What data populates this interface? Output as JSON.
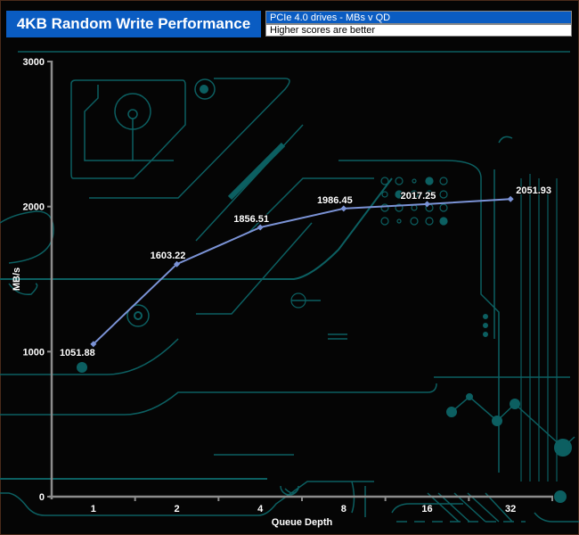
{
  "header": {
    "title": "4KB Random Write Performance",
    "subtitle": "PCIe 4.0 drives - MBs v QD",
    "note": "Higher scores are better"
  },
  "colors": {
    "header_blue": "#0a5cc2",
    "line": "#7b93d6",
    "trace": "#0c5f61",
    "axis": "#8c8c8c"
  },
  "chart_data": {
    "type": "line",
    "title": "4KB Random Write Performance",
    "subtitle": "PCIe 4.0 drives - MBs v QD",
    "xlabel": "Queue Depth",
    "ylabel": "MB/s",
    "categories": [
      "1",
      "2",
      "4",
      "8",
      "16",
      "32"
    ],
    "series": [
      {
        "name": "MB/s",
        "values": [
          1051.88,
          1603.22,
          1856.51,
          1986.45,
          2017.25,
          2051.93
        ]
      }
    ],
    "data_labels": [
      "1051.88",
      "1603.22",
      "1856.51",
      "1986.45",
      "2017.25",
      "2051.93"
    ],
    "yticks": [
      0,
      1000,
      2000,
      3000
    ],
    "ytick_labels": [
      "0",
      "1000",
      "2000",
      "3000"
    ],
    "ylim": [
      0,
      3000
    ],
    "grid": false,
    "legend": "none"
  }
}
